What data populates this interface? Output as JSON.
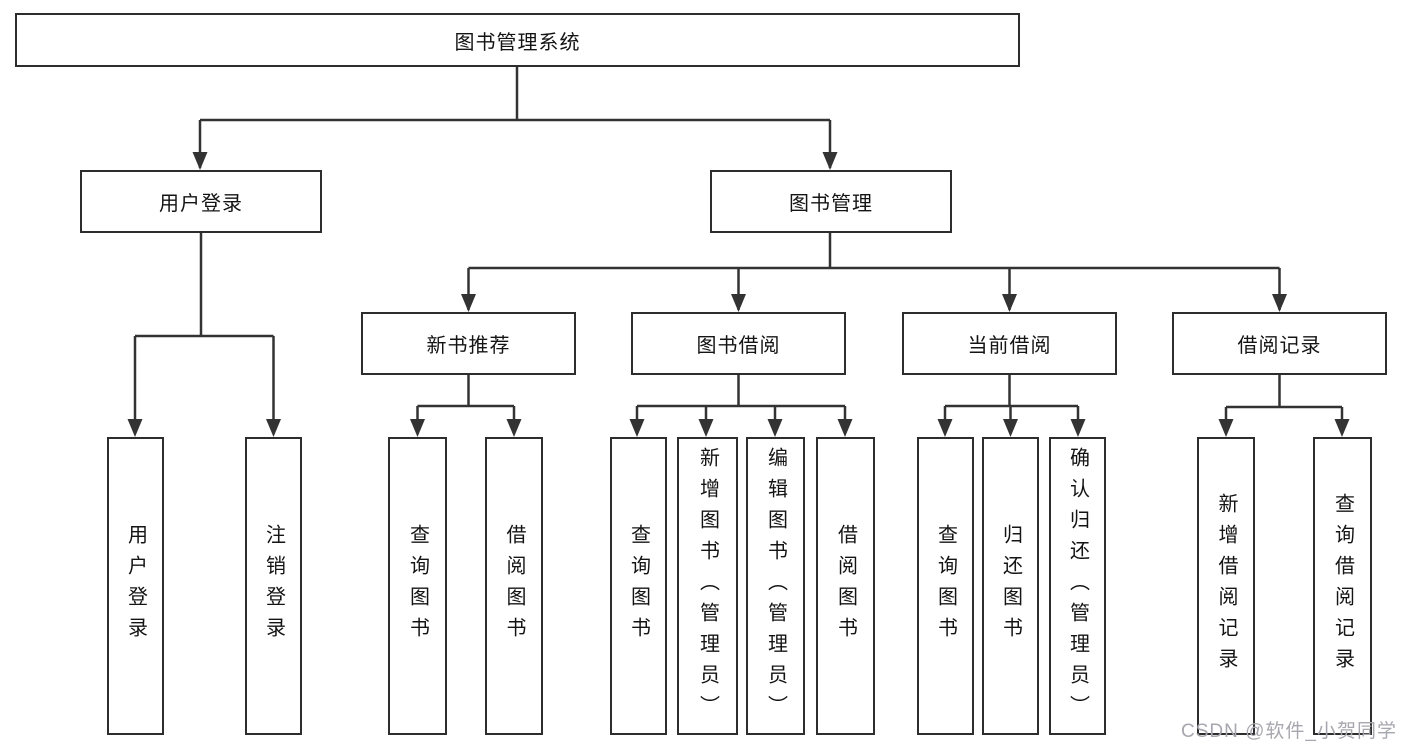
{
  "tree": {
    "root": {
      "label": "图书管理系统"
    },
    "branches": [
      {
        "label": "用户登录",
        "children": [
          {
            "label": "用户登录"
          },
          {
            "label": "注销登录"
          }
        ]
      },
      {
        "label": "图书管理",
        "children": [
          {
            "label": "新书推荐",
            "children": [
              {
                "label": "查询图书"
              },
              {
                "label": "借阅图书"
              }
            ]
          },
          {
            "label": "图书借阅",
            "children": [
              {
                "label": "查询图书"
              },
              {
                "label": "新增图书（管理员）"
              },
              {
                "label": "编辑图书（管理员）"
              },
              {
                "label": "借阅图书"
              }
            ]
          },
          {
            "label": "当前借阅",
            "children": [
              {
                "label": "查询图书"
              },
              {
                "label": "归还图书"
              },
              {
                "label": "确认归还（管理员）"
              }
            ]
          },
          {
            "label": "借阅记录",
            "children": [
              {
                "label": "新增借阅记录"
              },
              {
                "label": "查询借阅记录"
              }
            ]
          }
        ]
      }
    ]
  },
  "watermark": {
    "text": "CSDN @软件_小贺同学"
  },
  "colors": {
    "line": "#333333",
    "box_border": "#2d2d2d",
    "text": "#141414",
    "watermark": "#a7a7af",
    "background": "#ffffff"
  }
}
